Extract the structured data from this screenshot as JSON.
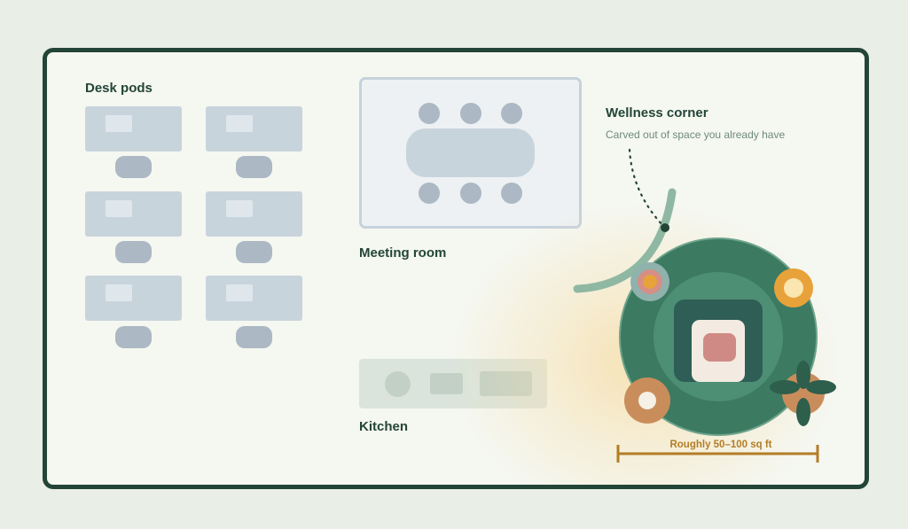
{
  "desk_pods": {
    "title": "Desk pods",
    "count": 6
  },
  "meeting_room": {
    "title": "Meeting room"
  },
  "kitchen": {
    "title": "Kitchen"
  },
  "wellness_corner": {
    "title": "Wellness corner",
    "subtitle": "Carved out of space you already have",
    "size_label": "Roughly 50–100 sq ft"
  },
  "colors": {
    "frame": "#234537",
    "desk": "#c8d4dc",
    "chair": "#acb8c3",
    "wellness_green": "#3c7a62",
    "accent_orange": "#e8a23a",
    "measure": "#b47d26"
  },
  "icons": [
    "plant-icon",
    "cushion-icon",
    "lamp-icon",
    "candle-icon",
    "stool-icon"
  ]
}
